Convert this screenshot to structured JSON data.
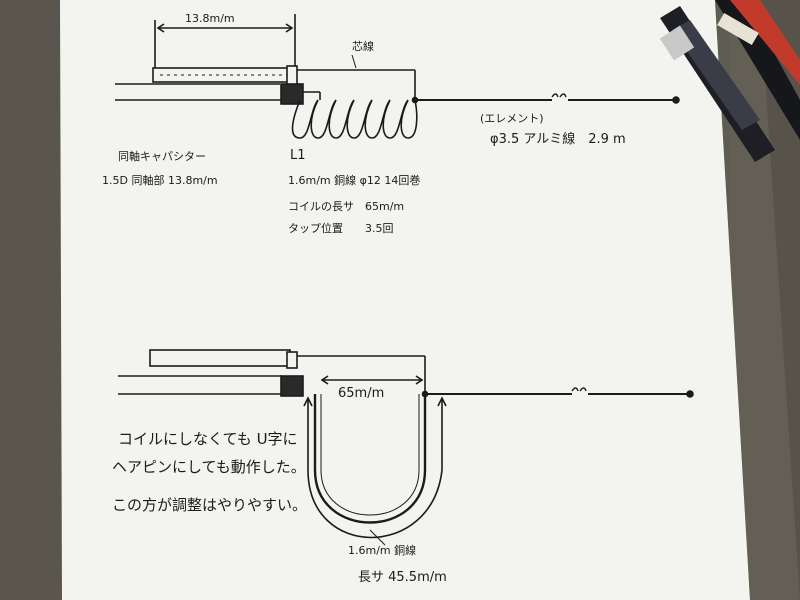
{
  "upper": {
    "dimension": "13.8m/m",
    "core_wire": "芯線",
    "element_label": "(エレメント)",
    "element_spec": "φ3.5 アルミ線　2.9 m",
    "capacitor_title": "同軸キャパシター",
    "capacitor_spec": "1.5D 同軸部 13.8m/m",
    "coil_title": "L1",
    "coil_spec1": "1.6m/m 銅線 φ12 14回巻",
    "coil_spec2": "コイルの長サ　65m/m",
    "coil_spec3": "タップ位置　　3.5回"
  },
  "lower": {
    "dimension": "65m/m",
    "note_line1": "コイルにしなくても U字に",
    "note_line2": "ヘアピンにしても動作した。",
    "note_line3": "この方が調整はやりやすい。",
    "wire_spec": "1.6m/m 銅線",
    "length_spec": "長サ 45.5m/m"
  },
  "colors": {
    "paper": "#f3f4f0",
    "ink": "#1b1b1b",
    "background": "#4f4c45"
  }
}
